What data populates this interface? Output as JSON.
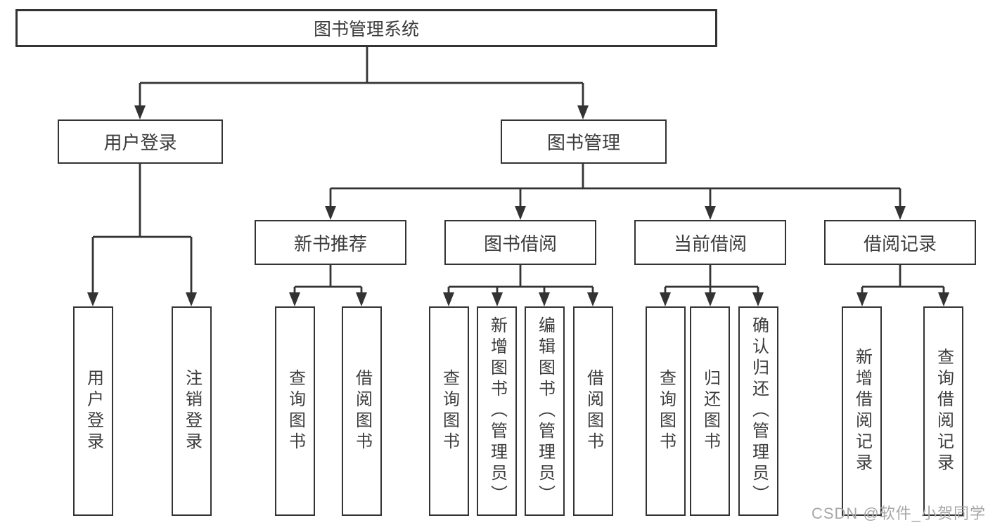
{
  "tree": {
    "root": {
      "label": "图书管理系统",
      "children": [
        {
          "label": "用户登录",
          "children": [
            {
              "label": "用户登录"
            },
            {
              "label": "注销登录"
            }
          ]
        },
        {
          "label": "图书管理",
          "children": [
            {
              "label": "新书推荐",
              "children": [
                {
                  "label": "查询图书"
                },
                {
                  "label": "借阅图书"
                }
              ]
            },
            {
              "label": "图书借阅",
              "children": [
                {
                  "label": "查询图书"
                },
                {
                  "label": "新增图书（管理员）"
                },
                {
                  "label": "编辑图书（管理员）"
                },
                {
                  "label": "借阅图书"
                }
              ]
            },
            {
              "label": "当前借阅",
              "children": [
                {
                  "label": "查询图书"
                },
                {
                  "label": "归还图书"
                },
                {
                  "label": "确认归还（管理员）"
                }
              ]
            },
            {
              "label": "借阅记录",
              "children": [
                {
                  "label": "新增借阅记录"
                },
                {
                  "label": "查询借阅记录"
                }
              ]
            }
          ]
        }
      ]
    }
  },
  "watermark": {
    "text": "CSDN @软件_小贺同学",
    "color": "#a9a6a6"
  },
  "colors": {
    "line": "#333333",
    "box_border": "#333333",
    "text": "#3c3c3c",
    "background": "#ffffff"
  }
}
